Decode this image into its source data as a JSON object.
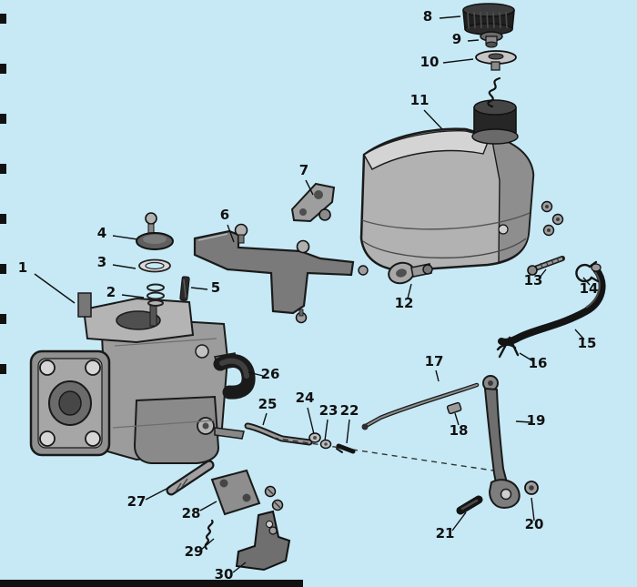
{
  "diagram": {
    "figure_type": "exploded-parts-diagram",
    "colors": {
      "background": "#c6e9f5",
      "ink": "#1a1a1a",
      "metal_light": "#d2d2d2",
      "metal_mid": "#a0a0a0",
      "metal_dark": "#6f6f6f"
    },
    "callouts": [
      {
        "label": "1"
      },
      {
        "label": "2"
      },
      {
        "label": "3"
      },
      {
        "label": "4"
      },
      {
        "label": "5"
      },
      {
        "label": "6"
      },
      {
        "label": "7"
      },
      {
        "label": "8"
      },
      {
        "label": "9"
      },
      {
        "label": "10"
      },
      {
        "label": "11"
      },
      {
        "label": "12"
      },
      {
        "label": "13"
      },
      {
        "label": "14"
      },
      {
        "label": "15"
      },
      {
        "label": "16"
      },
      {
        "label": "17"
      },
      {
        "label": "18"
      },
      {
        "label": "19"
      },
      {
        "label": "20"
      },
      {
        "label": "21"
      },
      {
        "label": "22"
      },
      {
        "label": "23"
      },
      {
        "label": "24"
      },
      {
        "label": "25"
      },
      {
        "label": "26"
      },
      {
        "label": "27"
      },
      {
        "label": "28"
      },
      {
        "label": "29"
      },
      {
        "label": "30"
      }
    ]
  }
}
